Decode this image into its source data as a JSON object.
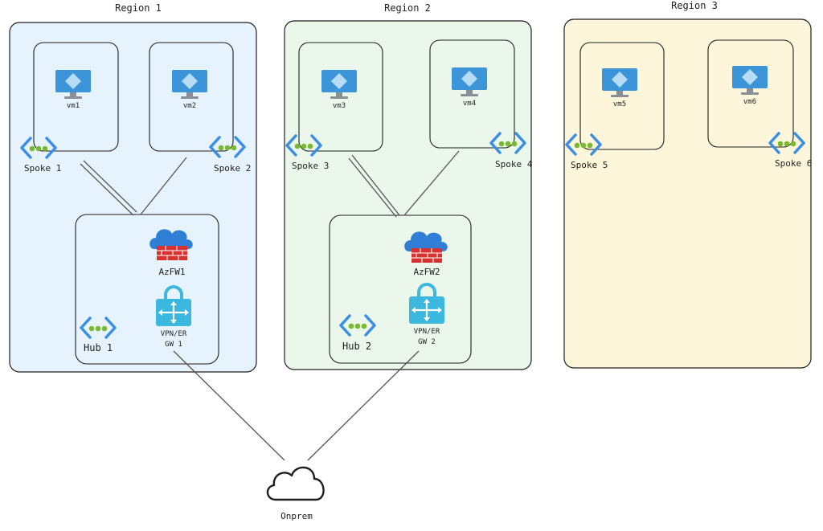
{
  "regions": [
    {
      "label": "Region 1",
      "fill": "#e7f3fc"
    },
    {
      "label": "Region 2",
      "fill": "#eaf7ea"
    },
    {
      "label": "Region 3",
      "fill": "#fdf6da"
    }
  ],
  "vms": [
    "vm1",
    "vm2",
    "vm3",
    "vm4",
    "vm5",
    "vm6"
  ],
  "spokes": [
    "Spoke 1",
    "Spoke 2",
    "Spoke 3",
    "Spoke 4",
    "Spoke 5",
    "Spoke 6"
  ],
  "hubs": [
    {
      "label": "Hub 1",
      "firewall": "AzFW1",
      "gateway_line1": "VPN/ER",
      "gateway_line2": "GW 1"
    },
    {
      "label": "Hub 2",
      "firewall": "AzFW2",
      "gateway_line1": "VPN/ER",
      "gateway_line2": "GW 2"
    }
  ],
  "onprem": "Onprem",
  "colors": {
    "vm_monitor": "#3d95d9",
    "vm_diamond": "#b7dcf6",
    "vnet_bracket": "#3a8ee6",
    "vnet_dot": "#7ab92f",
    "firewall_cloud": "#2f7fd6",
    "firewall_wall": "#d7322f",
    "gateway": "#3cb7dd",
    "line": "#555555"
  }
}
